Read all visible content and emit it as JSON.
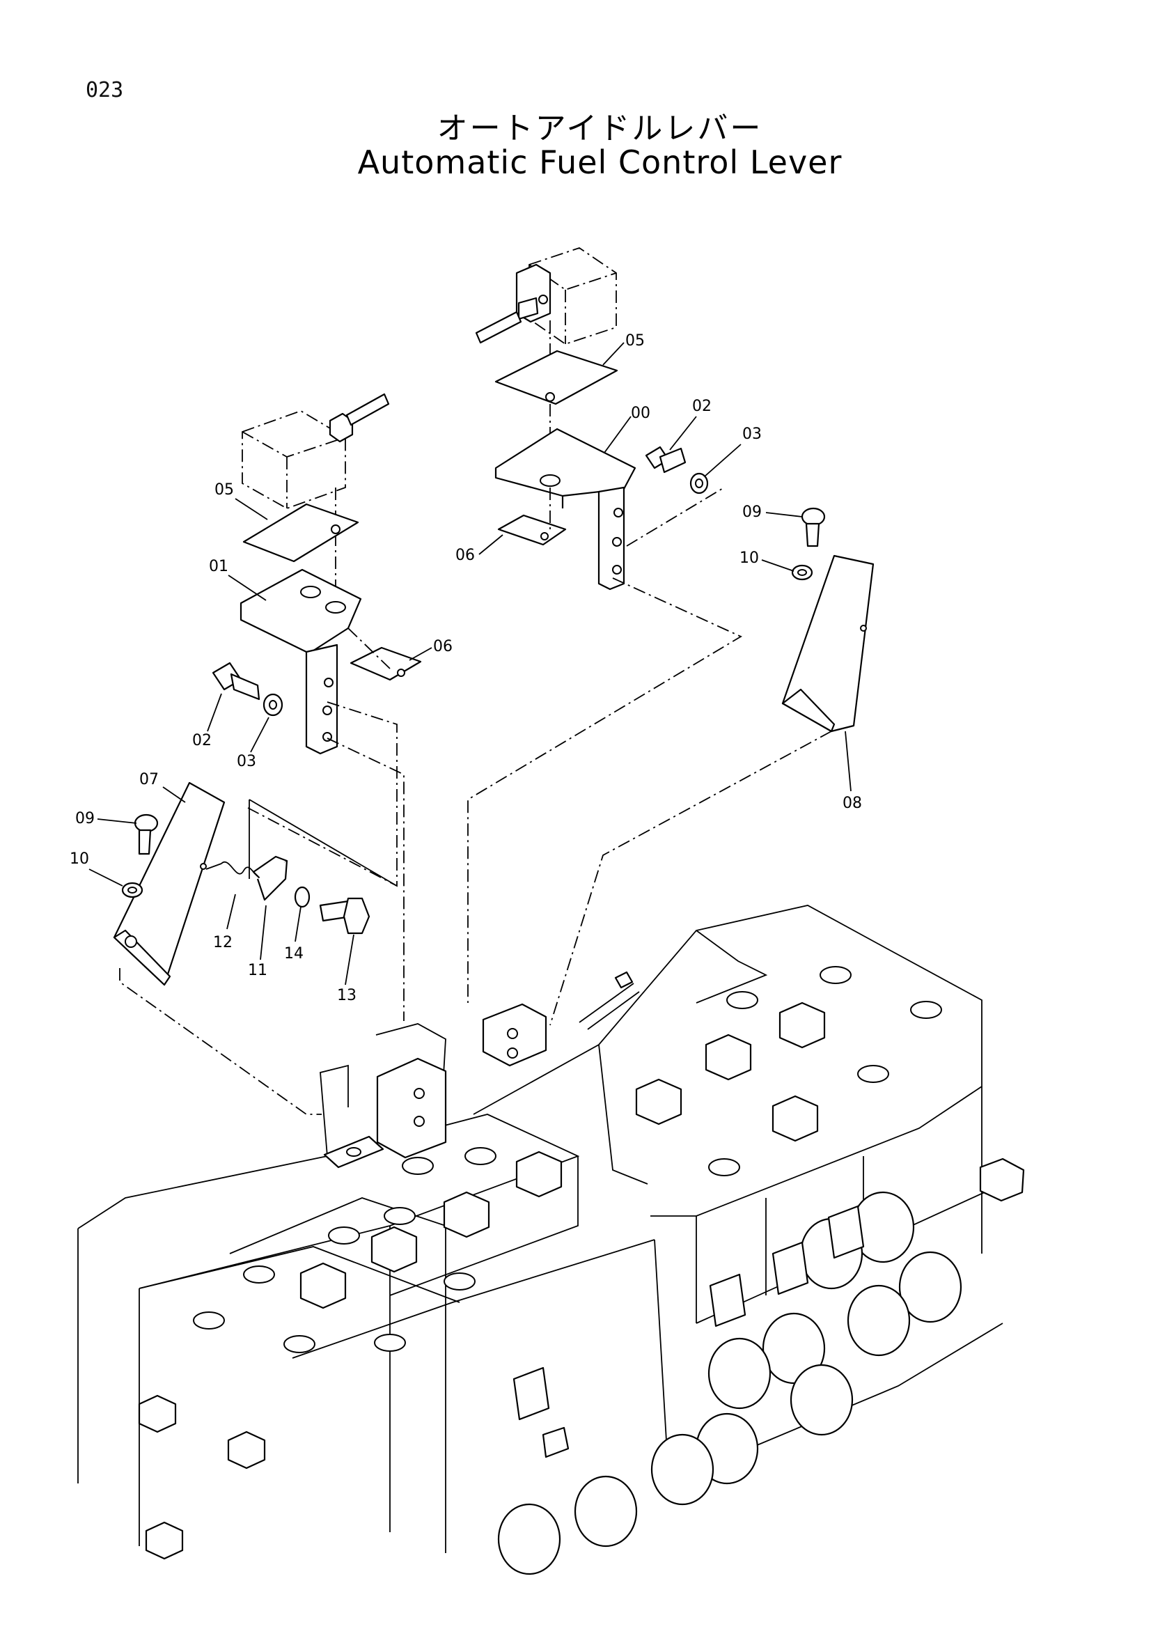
{
  "page_number": "023",
  "title_jp": "オートアイドルレバー",
  "title_en": "Automatic Fuel Control Lever",
  "callouts": [
    {
      "id": "left-05",
      "text": "05"
    },
    {
      "id": "left-01",
      "text": "01"
    },
    {
      "id": "left-06",
      "text": "06"
    },
    {
      "id": "left-02",
      "text": "02"
    },
    {
      "id": "left-03",
      "text": "03"
    },
    {
      "id": "left-07",
      "text": "07"
    },
    {
      "id": "left-09",
      "text": "09"
    },
    {
      "id": "left-10",
      "text": "10"
    },
    {
      "id": "left-12",
      "text": "12"
    },
    {
      "id": "left-11",
      "text": "11"
    },
    {
      "id": "left-14",
      "text": "14"
    },
    {
      "id": "left-13",
      "text": "13"
    },
    {
      "id": "right-05",
      "text": "05"
    },
    {
      "id": "right-00",
      "text": "00"
    },
    {
      "id": "right-02",
      "text": "02"
    },
    {
      "id": "right-03",
      "text": "03"
    },
    {
      "id": "right-06",
      "text": "06"
    },
    {
      "id": "right-09",
      "text": "09"
    },
    {
      "id": "right-10",
      "text": "10"
    },
    {
      "id": "right-08",
      "text": "08"
    }
  ]
}
